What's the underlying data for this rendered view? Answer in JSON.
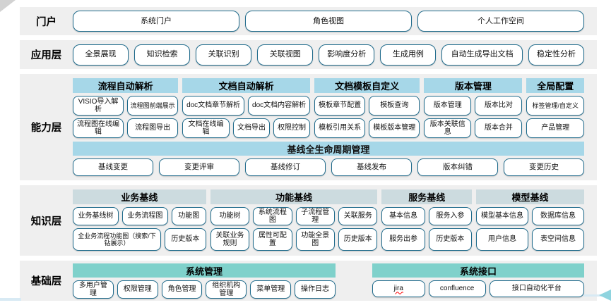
{
  "colors": {
    "band_bg": "#efefef",
    "capability_header": "#a6d7e8",
    "knowledge_header": "#ccdbdf",
    "base_header": "#7fd1cb",
    "box_border": "#1f6b8c",
    "pale_line": "#d8eaf4",
    "arrow": "#8fd4df",
    "corner": "#d2d2d2"
  },
  "layers": {
    "portal": {
      "label": "门户",
      "boxes": [
        "系统门户",
        "角色视图",
        "个人工作空间"
      ]
    },
    "application": {
      "label": "应用层",
      "boxes": [
        "全景展现",
        "知识检索",
        "关联识别",
        "关联视图",
        "影响度分析",
        "生成用例",
        {
          "label": "自动生成导出文档",
          "flex": 1.5
        },
        "稳定性分析"
      ]
    },
    "capability": {
      "label": "能力层",
      "header_bg": "capability_header",
      "groups": [
        {
          "header": "流程自动解析",
          "flex": 1.5,
          "rows": [
            [
              "VISIO导入解析",
              {
                "label": "流程图前端展示",
                "small": true
              }
            ],
            [
              "流程图在线编辑",
              "流程图导出"
            ]
          ]
        },
        {
          "header": "文档自动解析",
          "flex": 1.82,
          "rows": [
            [
              "doc文档章节解析",
              "doc文档内容解析"
            ],
            [
              {
                "label": "文档在线编辑",
                "flex": 1.2
              },
              {
                "label": "文档导出",
                "flex": 0.9
              },
              {
                "label": "权限控制",
                "flex": 0.9
              }
            ]
          ]
        },
        {
          "header": "文档模板自定义",
          "flex": 1.5,
          "rows": [
            [
              "模板章节配置",
              "模板查询"
            ],
            [
              "模板引用关系",
              "模板版本管理"
            ]
          ]
        },
        {
          "header": "版本管理",
          "flex": 1.4,
          "rows": [
            [
              "版本管理",
              "版本比对"
            ],
            [
              "版本关联信息",
              "版本合并"
            ]
          ]
        },
        {
          "header": "全局配置",
          "flex": 0.82,
          "rows": [
            [
              {
                "label": "标签管理/自定义",
                "small": true
              }
            ],
            [
              "产品管理"
            ]
          ]
        }
      ],
      "lifecycle": {
        "header": "基线全生命周期管理",
        "boxes": [
          "基线变更",
          "变更评审",
          "基线修订",
          "基线发布",
          "版本纠错",
          "变更历史"
        ]
      }
    },
    "knowledge": {
      "label": "知识层",
      "header_bg": "knowledge_header",
      "groups": [
        {
          "header": "业务基线",
          "flex": 1.85,
          "rows": [
            [
              "业务基线树",
              "业务流程图",
              {
                "label": "功能图",
                "flex": 0.72
              }
            ],
            [
              {
                "label": "全业务流程功能图（搜索/下钻展示）",
                "small": true,
                "flex": 2.3
              },
              "历史版本"
            ]
          ]
        },
        {
          "header": "功能基线",
          "flex": 2.32,
          "rows": [
            [
              "功能树",
              "系统流程图",
              "子流程管理",
              "关联服务"
            ],
            [
              "关联业务规则",
              "属性可配置",
              "功能全景图",
              "历史版本"
            ]
          ]
        },
        {
          "header": "服务基线",
          "flex": 1.25,
          "rows": [
            [
              "基本信息",
              "服务入参"
            ],
            [
              "服务出参",
              "历史版本"
            ]
          ]
        },
        {
          "header": "模型基线",
          "flex": 1.5,
          "rows": [
            [
              "模型基本信息",
              "数据库信息"
            ],
            [
              "用户信息",
              "表空间信息"
            ]
          ]
        }
      ]
    },
    "base": {
      "label": "基础层",
      "header_bg": "base_header",
      "groups": [
        {
          "header": "系统管理",
          "flex": 3.72,
          "rows": [
            [
              "多用户管理",
              "权限管理",
              "角色管理",
              "组织机构管理",
              "菜单管理",
              "操作日志"
            ]
          ]
        },
        {
          "header": "系统接口",
          "flex": 3.0,
          "rows": [
            [
              {
                "label": "jira",
                "misspelled": true
              },
              {
                "label": "confluence",
                "flex": 1.1
              },
              {
                "label": "接口自动化平台",
                "flex": 1.9
              }
            ]
          ]
        }
      ]
    }
  }
}
